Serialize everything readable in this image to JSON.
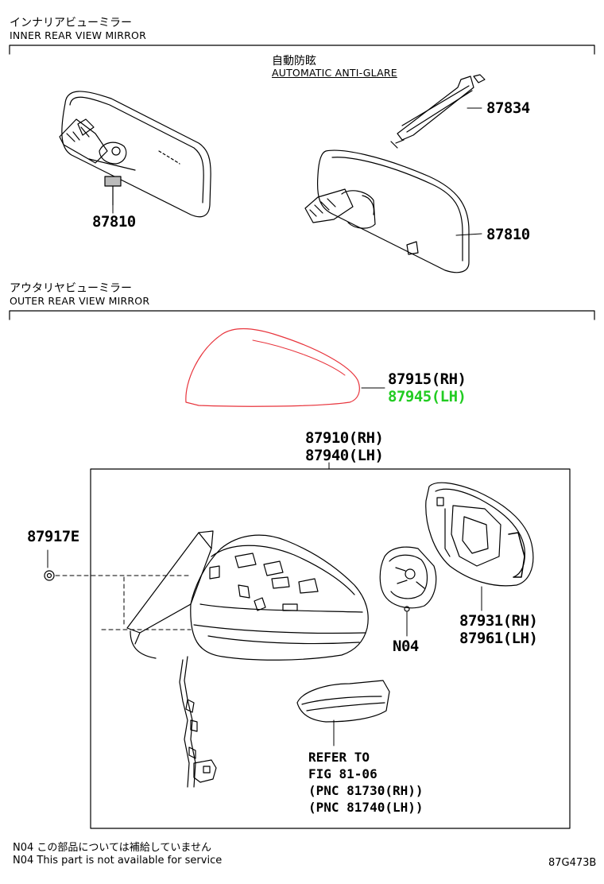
{
  "inner_section": {
    "title_jp": "インナリアビューミラー",
    "title_en": "INNER REAR VIEW MIRROR",
    "variant_jp": "自動防眩",
    "variant_en": "AUTOMATIC ANTI-GLARE"
  },
  "outer_section": {
    "title_jp": "アウタリヤビューミラー",
    "title_en": "OUTER REAR VIEW MIRROR"
  },
  "parts": {
    "p87810_left": "87810",
    "p87834": "87834",
    "p87810_right": "87810",
    "p87915": "87915(RH)",
    "p87945": "87945(LH)",
    "p87910": "87910(RH)",
    "p87940": "87940(LH)",
    "p87917e": "87917E",
    "p87931": "87931(RH)",
    "p87961": "87961(LH)",
    "n04": "N04"
  },
  "refer": {
    "line1": "REFER TO",
    "line2": "FIG 81-06",
    "line3": "(PNC 81730(RH))",
    "line4": "(PNC 81740(LH))"
  },
  "notes": {
    "jp": "N04 この部品については補給していません",
    "en": "N04 This part is not available for service"
  },
  "figure_code": "87G473B",
  "colors": {
    "highlight_red": "#e8343c",
    "highlight_green": "#22cc22"
  }
}
